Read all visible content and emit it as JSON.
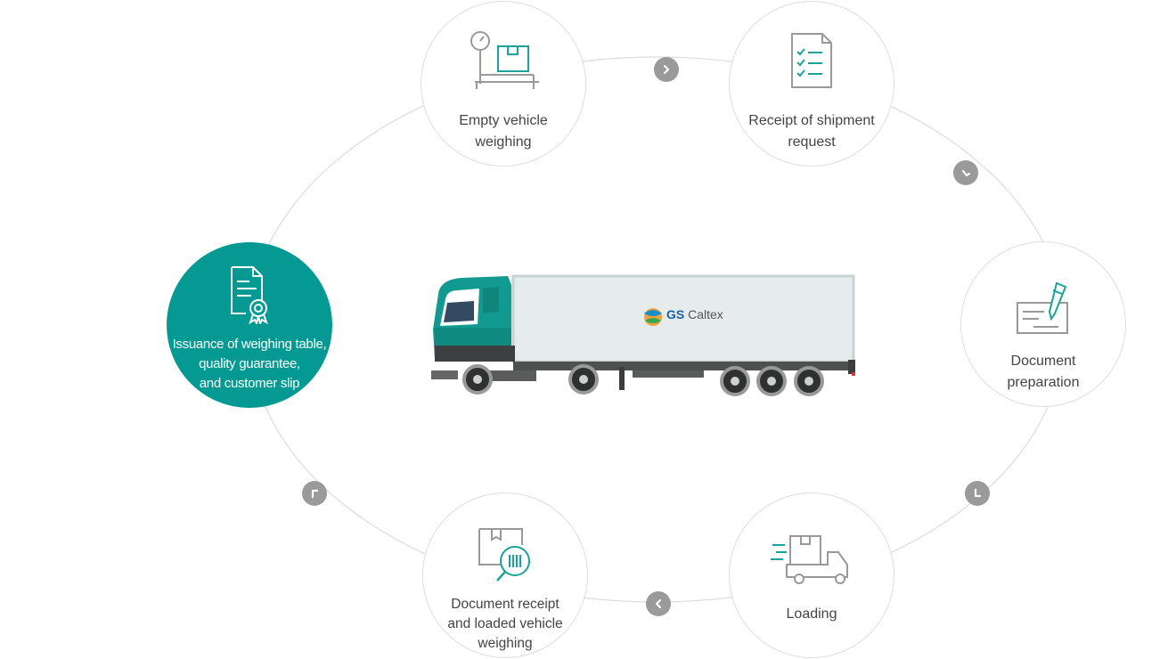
{
  "steps": {
    "empty_vehicle_weighing": "Empty vehicle\nweighing",
    "receipt_of_shipment": "Receipt of shipment\nrequest",
    "document_preparation": "Document\npreparation",
    "loading": "Loading",
    "document_receipt": "Document receipt\nand loaded vehicle\nweighing",
    "issuance": "Issuance of weighing table,\nquality guarantee,\nand customer slip"
  },
  "brand": {
    "name": "GS",
    "suffix": "Caltex"
  },
  "colors": {
    "accent": "#049a93",
    "arrow": "#9a9a9a",
    "ring": "#dedede",
    "text": "#444444"
  },
  "icons": [
    "scale-icon",
    "checklist-icon",
    "document-pen-icon",
    "delivery-truck-icon",
    "package-search-icon",
    "certificate-icon",
    "chevron-arrow-icon"
  ]
}
